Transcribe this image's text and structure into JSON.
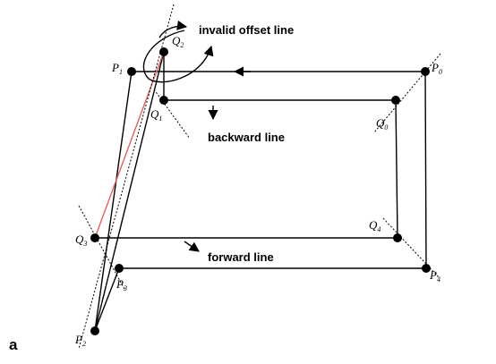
{
  "figure": {
    "panel_label": "a",
    "points": [
      {
        "id": "P0",
        "letter": "P",
        "sub": "0"
      },
      {
        "id": "P1",
        "letter": "P",
        "sub": "1"
      },
      {
        "id": "P2",
        "letter": "P",
        "sub": "2"
      },
      {
        "id": "P3",
        "letter": "P",
        "sub": "3"
      },
      {
        "id": "P4",
        "letter": "P",
        "sub": "4"
      },
      {
        "id": "Q0",
        "letter": "Q",
        "sub": "0"
      },
      {
        "id": "Q1",
        "letter": "Q",
        "sub": "1"
      },
      {
        "id": "Q2",
        "letter": "Q",
        "sub": "2"
      },
      {
        "id": "Q3",
        "letter": "Q",
        "sub": "3"
      },
      {
        "id": "Q4",
        "letter": "Q",
        "sub": "4"
      }
    ],
    "annotations": {
      "invalid": "invalid offset line",
      "backward": "backward line",
      "forward": "forward line"
    },
    "colors": {
      "ink": "#000000",
      "invalid_line": "#e06060"
    }
  }
}
